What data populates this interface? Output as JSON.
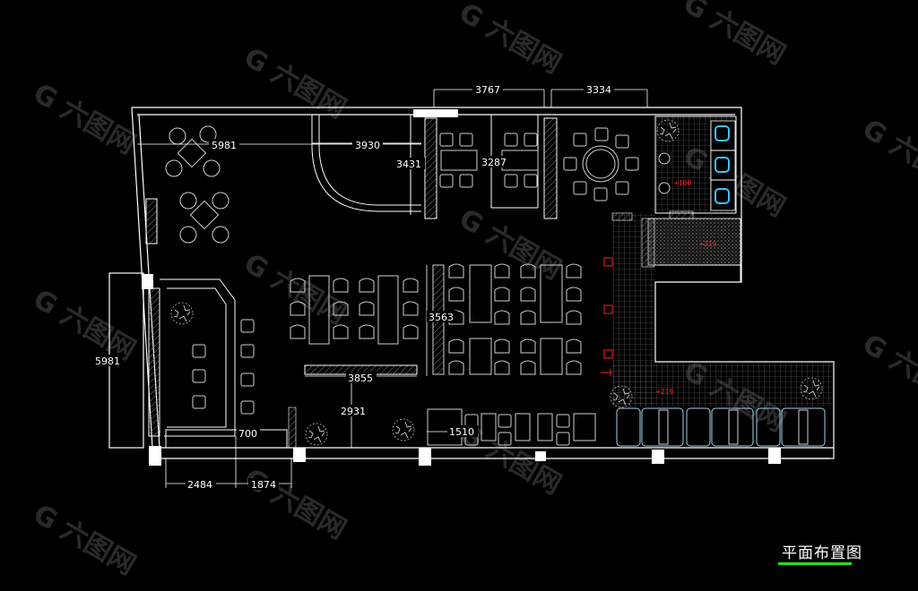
{
  "watermark": "G 六图网",
  "title": "平面布置图",
  "dimensions": {
    "top_left_width": "3767",
    "top_right_width": "3334",
    "upper_length": "5981",
    "corridor": "3930",
    "booth_height": "3431",
    "table_span": "3287",
    "central_height": "3563",
    "left_height": "5981",
    "counter_width": "3855",
    "aisle": "2931",
    "entry_700": "700",
    "entry_1510": "1510",
    "bottom_left": "2484",
    "bottom_mid": "1874"
  },
  "room_tags": {
    "restroom": "+100",
    "kitchen": "+219",
    "corridor": "+219"
  },
  "colors": {
    "wall": "#ffffff",
    "furniture": "#cfcfcf",
    "hatch": "#8a8a8a",
    "accent_red": "#ff2020",
    "sofa": "#9fd3e8",
    "fixture": "#40c0ff",
    "underline": "#20e020"
  }
}
